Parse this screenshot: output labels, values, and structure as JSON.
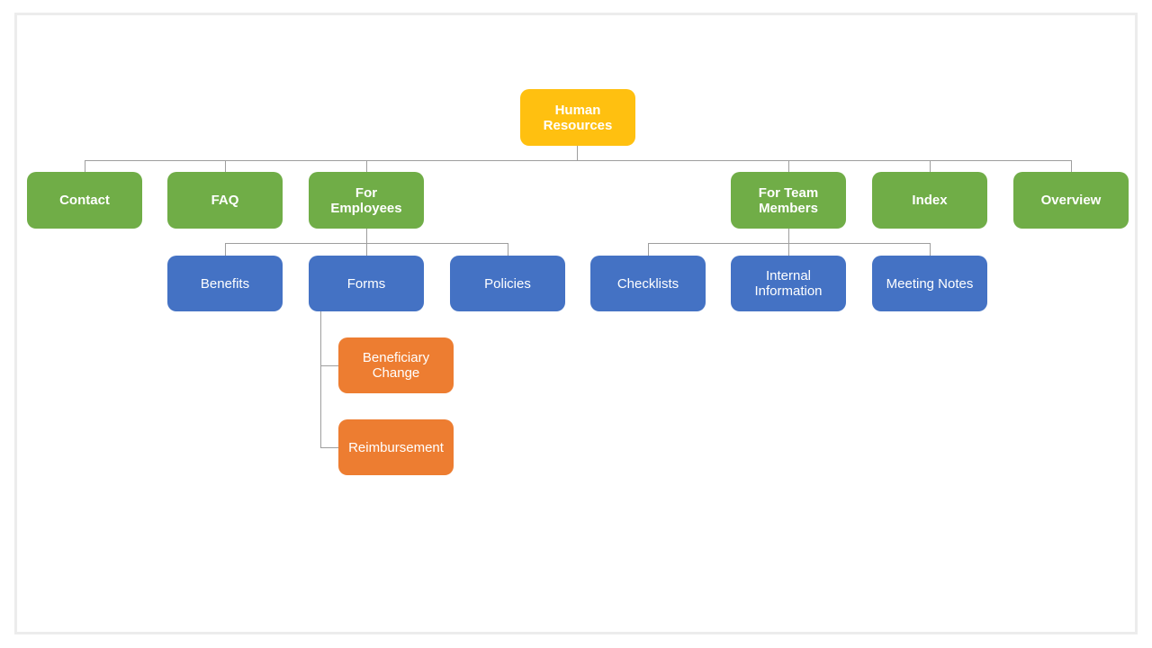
{
  "palette": {
    "root": "#FFC010",
    "branch": "#70AD47",
    "leaf": "#4472C4",
    "sub_leaf": "#ED7D31",
    "connector": "#9E9E9E",
    "canvas_border": "#ECECEC"
  },
  "diagram": {
    "type": "org-chart",
    "nodes": [
      {
        "id": "human-resources",
        "label": "Human Resources",
        "parent": null,
        "role": "root"
      },
      {
        "id": "contact",
        "label": "Contact",
        "parent": "human-resources",
        "role": "branch"
      },
      {
        "id": "faq",
        "label": "FAQ",
        "parent": "human-resources",
        "role": "branch"
      },
      {
        "id": "for-employees",
        "label": "For Employees",
        "parent": "human-resources",
        "role": "branch"
      },
      {
        "id": "for-team-members",
        "label": "For Team Members",
        "parent": "human-resources",
        "role": "branch"
      },
      {
        "id": "index",
        "label": "Index",
        "parent": "human-resources",
        "role": "branch"
      },
      {
        "id": "overview",
        "label": "Overview",
        "parent": "human-resources",
        "role": "branch"
      },
      {
        "id": "benefits",
        "label": "Benefits",
        "parent": "for-employees",
        "role": "leaf"
      },
      {
        "id": "forms",
        "label": "Forms",
        "parent": "for-employees",
        "role": "leaf"
      },
      {
        "id": "policies",
        "label": "Policies",
        "parent": "for-employees",
        "role": "leaf"
      },
      {
        "id": "checklists",
        "label": "Checklists",
        "parent": "for-team-members",
        "role": "leaf"
      },
      {
        "id": "internal-information",
        "label": "Internal Information",
        "parent": "for-team-members",
        "role": "leaf"
      },
      {
        "id": "meeting-notes",
        "label": "Meeting Notes",
        "parent": "for-team-members",
        "role": "leaf"
      },
      {
        "id": "beneficiary-change",
        "label": "Beneficiary Change",
        "parent": "forms",
        "role": "sub_leaf"
      },
      {
        "id": "reimbursement",
        "label": "Reimbursement",
        "parent": "forms",
        "role": "sub_leaf"
      }
    ]
  }
}
